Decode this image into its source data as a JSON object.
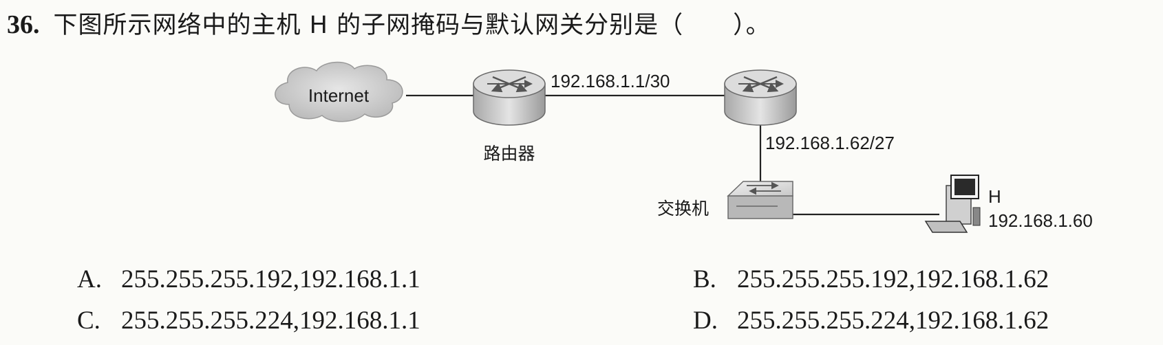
{
  "question": {
    "number": "36.",
    "stem": "下图所示网络中的主机 H 的子网掩码与默认网关分别是（　　）。"
  },
  "diagram": {
    "internet_label": "Internet",
    "router1_label": "路由器",
    "link1_ip": "192.168.1.1/30",
    "link2_ip": "192.168.1.62/27",
    "switch_label": "交换机",
    "host_name": "H",
    "host_ip": "192.168.1.60"
  },
  "options": [
    {
      "letter": "A.",
      "text": "255.255.255.192,192.168.1.1"
    },
    {
      "letter": "B.",
      "text": "255.255.255.192,192.168.1.62"
    },
    {
      "letter": "C.",
      "text": "255.255.255.224,192.168.1.1"
    },
    {
      "letter": "D.",
      "text": "255.255.255.224,192.168.1.62"
    }
  ]
}
